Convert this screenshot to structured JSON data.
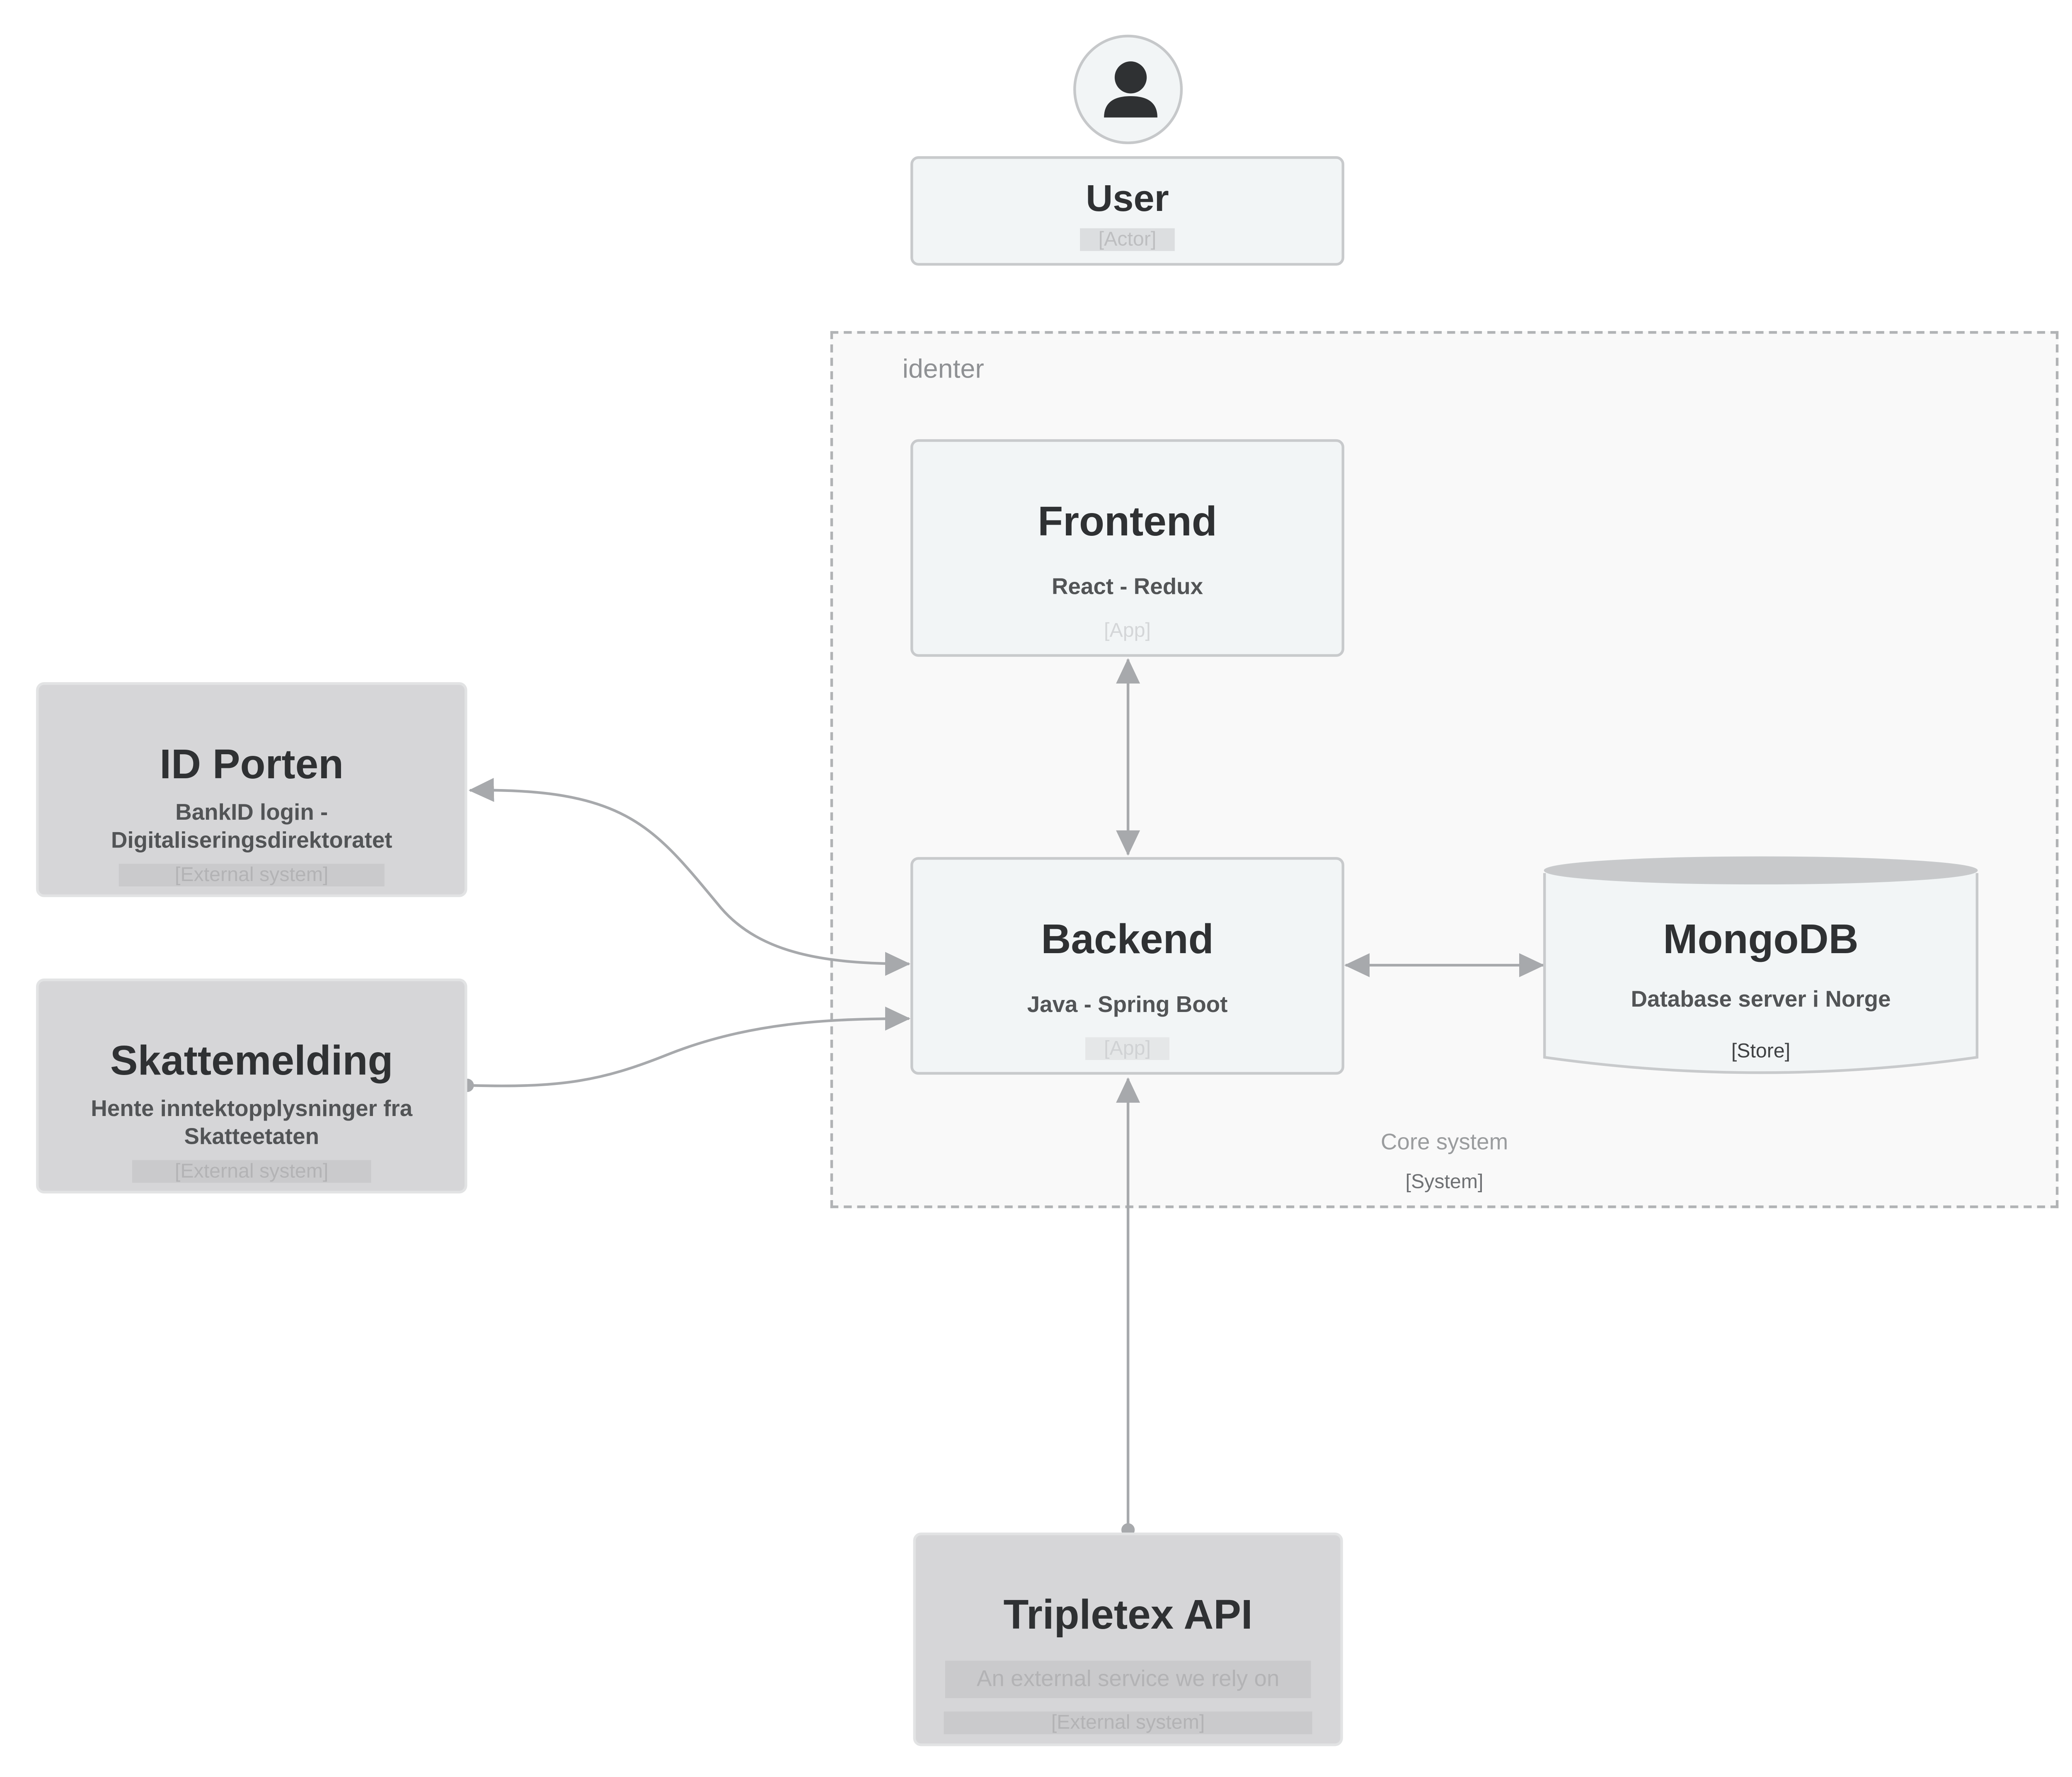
{
  "user": {
    "name": "User",
    "type": "[Actor]"
  },
  "boundary": {
    "name": "identer",
    "label": "Core system",
    "type": "[System]"
  },
  "frontend": {
    "name": "Frontend",
    "description": "React - Redux",
    "type": "[App]"
  },
  "backend": {
    "name": "Backend",
    "description": "Java - Spring Boot",
    "type": "[App]"
  },
  "mongodb": {
    "name": "MongoDB",
    "description": "Database server i Norge",
    "type": "[Store]"
  },
  "idporten": {
    "name": "ID Porten",
    "description_line1": "BankID login -",
    "description_line2": "Digitaliseringsdirektoratet",
    "type": "[External system]"
  },
  "skattemelding": {
    "name": "Skattemelding",
    "description_line1": "Hente inntektopplysninger fra",
    "description_line2": "Skatteetaten",
    "type": "[External system]"
  },
  "tripletex": {
    "name": "Tripletex API",
    "description": "An external service we rely on",
    "type": "[External system]"
  },
  "colors": {
    "node_fill": "#f2f5f6",
    "external_fill": "#d6d6d8",
    "connector": "#a7a9ac",
    "boundary": "#b1b3b5"
  }
}
